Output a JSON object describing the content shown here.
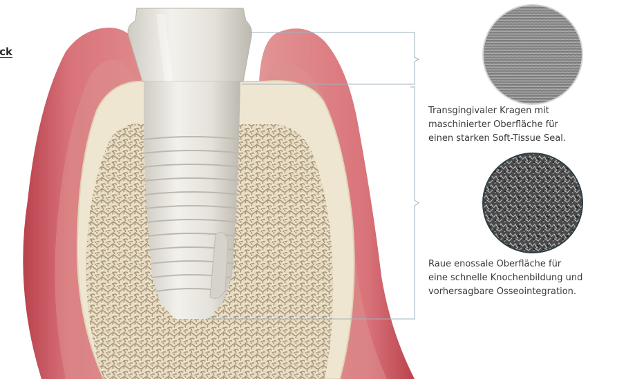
{
  "link": {
    "label": "ick"
  },
  "captions": {
    "collar": [
      "Transgingivaler Kragen mit",
      "maschinierter Oberfläche für",
      "einen starken Soft-Tissue Seal."
    ],
    "bone": [
      "Raue enossale Oberfläche für",
      "eine schnelle Knochenbildung und",
      "vorhersagbare Osseointegration."
    ]
  },
  "icons": {
    "machined_surface": "machined-surface-micrograph-icon",
    "rough_surface": "rough-surface-micrograph-icon"
  },
  "colors": {
    "gingiva": "#c8555e",
    "gingiva_light": "#e8a9a6",
    "bone_cortical": "#efe6d2",
    "bone_cancellous": "#e6d9bd",
    "trabecular": "#a89a82",
    "implant": "#e7e5e0",
    "implant_shadow": "#cbc8c0",
    "bracket": "#9fb3bc"
  }
}
